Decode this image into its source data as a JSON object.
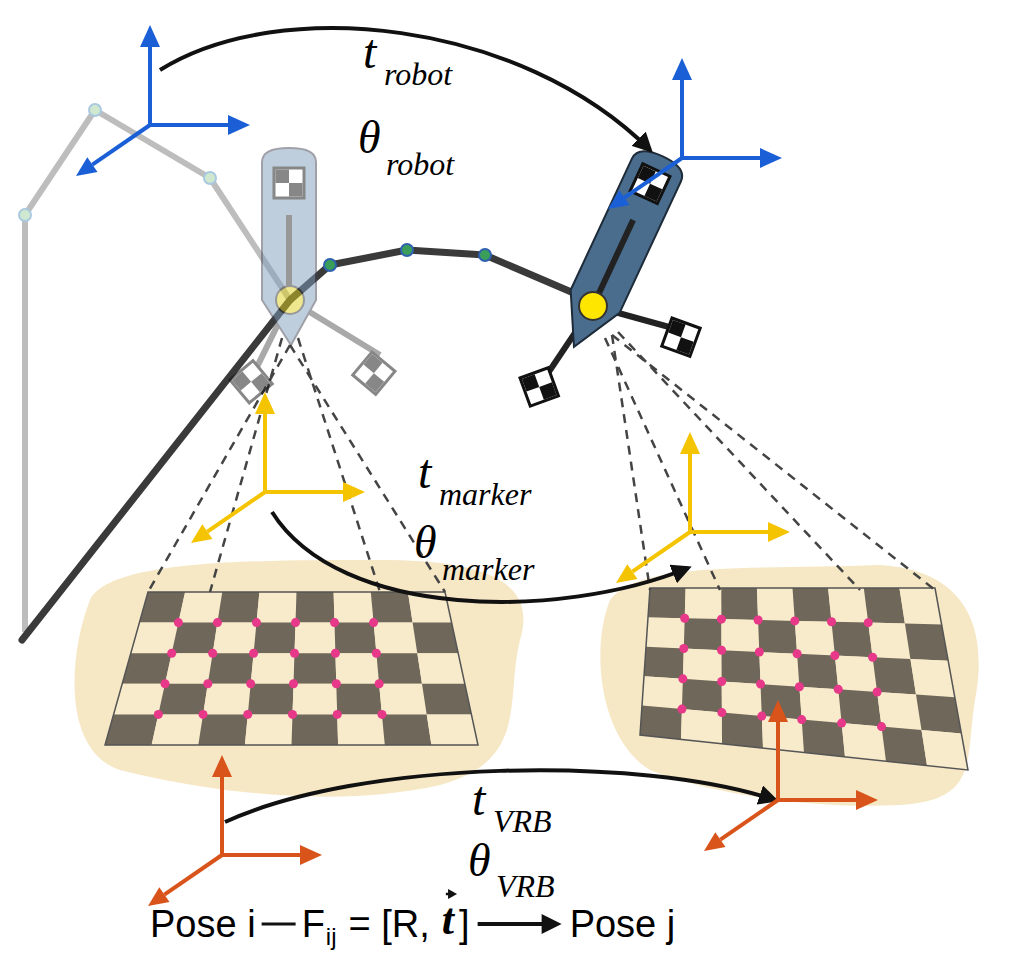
{
  "diagram": {
    "labels": [
      "t",
      "robot",
      "θ",
      "robot",
      "t",
      "marker",
      "θ",
      "marker",
      "t",
      "VRB",
      "θ",
      "VRB",
      "Pose i",
      "F",
      "ij",
      "= [R,",
      "t",
      "]",
      "Pose j"
    ]
  }
}
